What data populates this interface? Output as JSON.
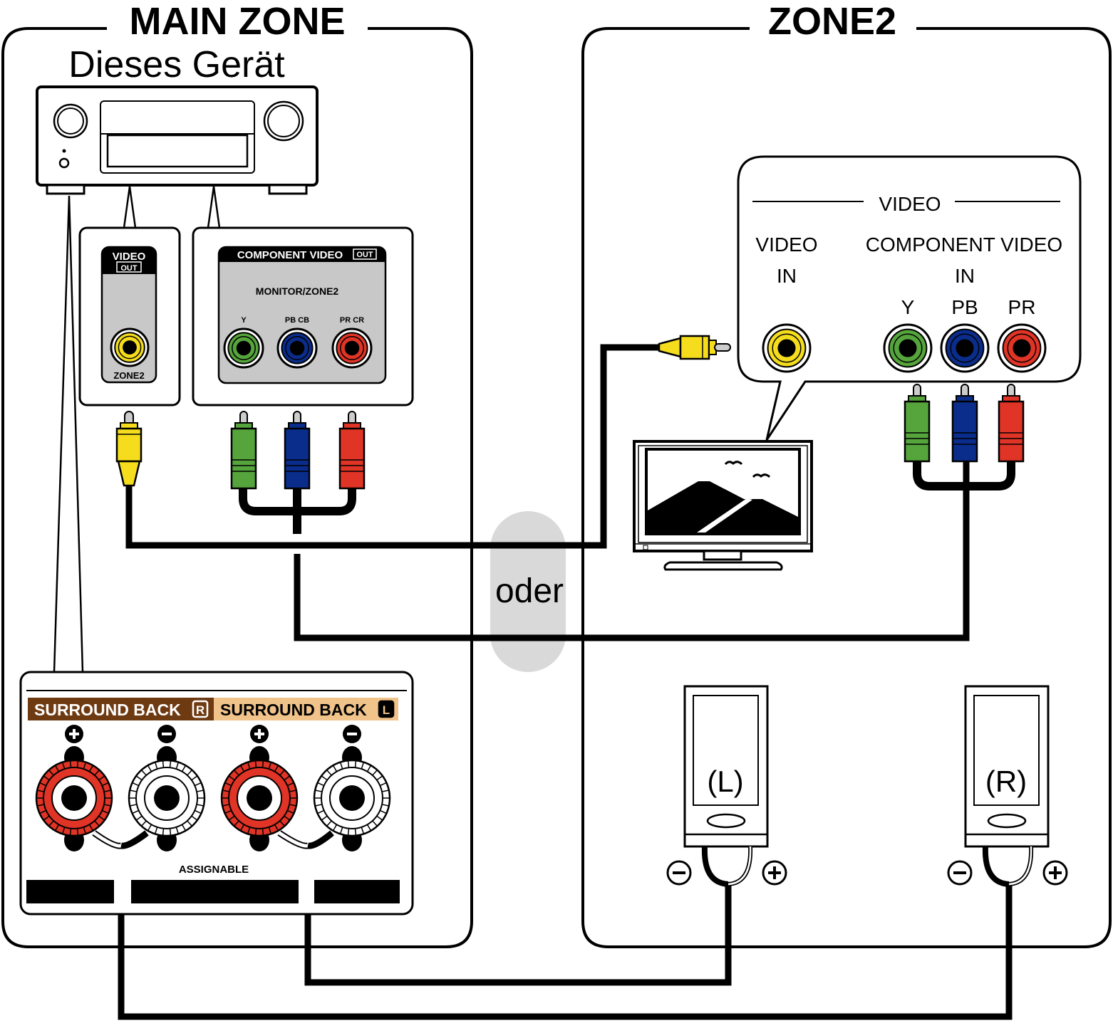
{
  "main_zone": {
    "title": "MAIN ZONE",
    "device_label": "Dieses Gerät",
    "video_out_panel": {
      "header_line1": "VIDEO",
      "header_line2": "OUT",
      "jack_label": "ZONE2",
      "jack_color": "#f5dd1e"
    },
    "component_out_panel": {
      "header": "COMPONENT VIDEO",
      "header_badge": "OUT",
      "subtitle": "MONITOR/ZONE2",
      "jacks": [
        {
          "label": "Y",
          "color": "#55a43c"
        },
        {
          "label": "PB CB",
          "color": "#0a2d8c"
        },
        {
          "label": "PR CR",
          "color": "#e03426"
        }
      ]
    },
    "speaker_panel": {
      "labels": [
        {
          "text": "SURROUND BACK",
          "badge": "R",
          "bg": "#6e3a12",
          "fg": "#ffffff"
        },
        {
          "text": "SURROUND BACK",
          "badge": "L",
          "bg": "#f0c38a",
          "fg": "#000000"
        }
      ],
      "terminals": [
        {
          "polarity": "+",
          "color": "#e03426"
        },
        {
          "polarity": "−",
          "color": "#ffffff"
        },
        {
          "polarity": "+",
          "color": "#e03426"
        },
        {
          "polarity": "−",
          "color": "#ffffff"
        }
      ],
      "assignable_label": "ASSIGNABLE"
    }
  },
  "separator": {
    "label": "oder",
    "bg": "#d9d9d9"
  },
  "zone2": {
    "title": "ZONE2",
    "tv_panel": {
      "group_label": "VIDEO",
      "video_in_line1": "VIDEO",
      "video_in_line2": "IN",
      "component_in_line1": "COMPONENT VIDEO",
      "component_in_line2": "IN",
      "component_jacks": [
        {
          "label": "Y",
          "color": "#55a43c"
        },
        {
          "label": "PB",
          "color": "#0a2d8c"
        },
        {
          "label": "PR",
          "color": "#e03426"
        }
      ],
      "video_jack_color": "#f5dd1e"
    },
    "speakers": [
      {
        "label": "(L)",
        "minus": "−",
        "plus": "+"
      },
      {
        "label": "(R)",
        "minus": "−",
        "plus": "+"
      }
    ]
  }
}
